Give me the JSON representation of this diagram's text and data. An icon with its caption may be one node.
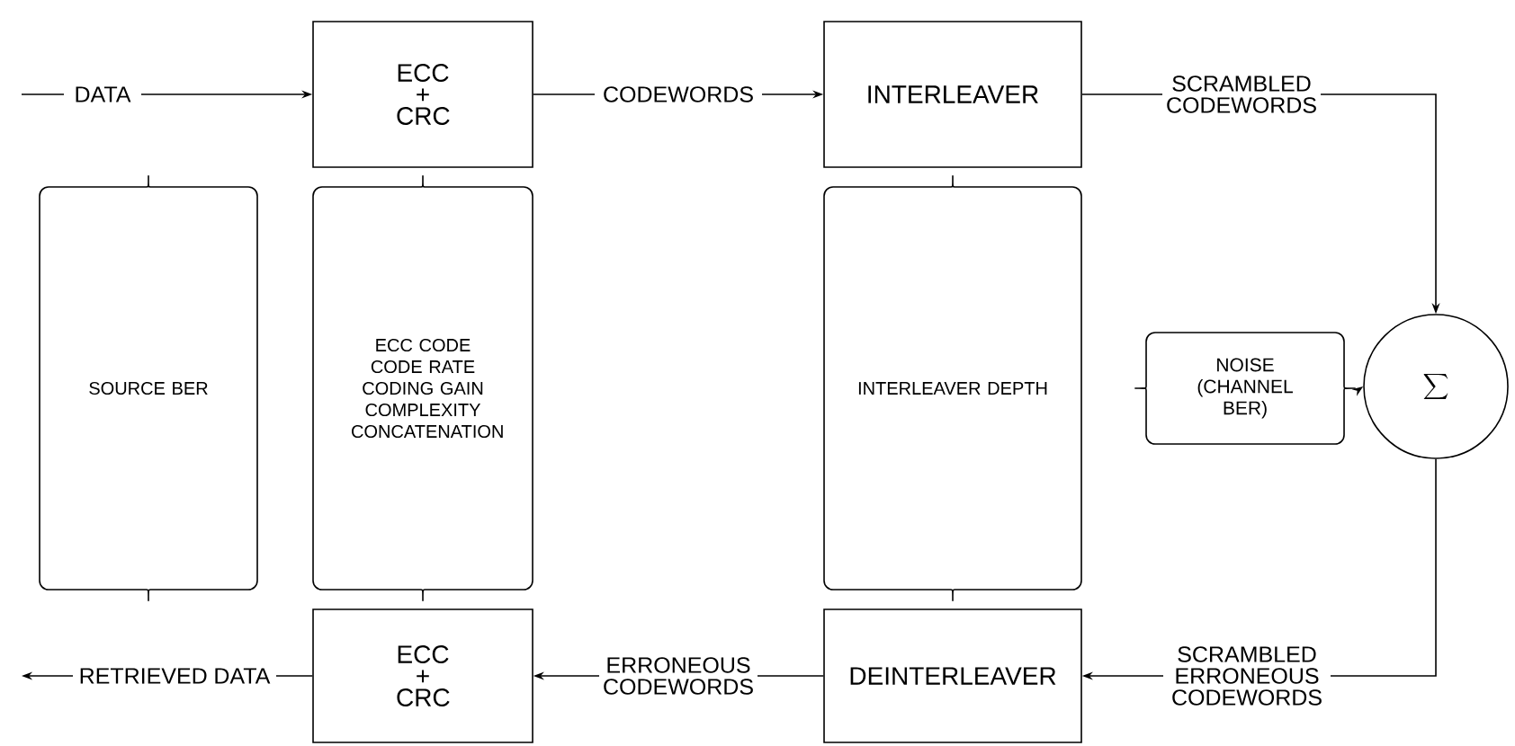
{
  "diagram": {
    "nodes": [
      {
        "text": [
          "ECC + CRC"
        ]
      },
      {
        "text": [
          "INTERLEAVER"
        ]
      },
      {
        "text": [
          "\\sum"
        ]
      },
      {
        "text": [
          "NOISE (CHANNEL BER)"
        ]
      },
      {
        "text": [
          "DEINTERLEAVER"
        ]
      },
      {
        "text": [
          "ECC + CRC"
        ]
      },
      {
        "text": [
          "SOURCE BER"
        ]
      },
      {
        "text": [
          "ECC CODE CODE RATE CODING GAIN COMPLEXITY CONCATENATION"
        ]
      },
      {
        "text": [
          "INTERLEAVER DEPTH"
        ]
      }
    ],
    "edges": [
      {
        "from": null,
        "to": 0,
        "arrow": "to",
        "label": "DATA"
      },
      {
        "from": 0,
        "to": 1,
        "arrow": "to",
        "label": "CODEWORDS"
      },
      {
        "from": 1,
        "to": 2,
        "arrow": "to",
        "label": "SCRAMBLED CODEWORDS"
      },
      {
        "from": 3,
        "to": 2,
        "arrow": "to"
      },
      {
        "from": 2,
        "to": 4,
        "arrow": "to",
        "label": "SCRAMBLED ERRONEOUS CODEWORDS"
      },
      {
        "from": 4,
        "to": 5,
        "arrow": "to",
        "label": "ERRONEOUS CODEWORDS"
      },
      {
        "from": 5,
        "to": null,
        "arrow": "to",
        "label": "RETRIEVED DATA"
      }
    ]
  }
}
